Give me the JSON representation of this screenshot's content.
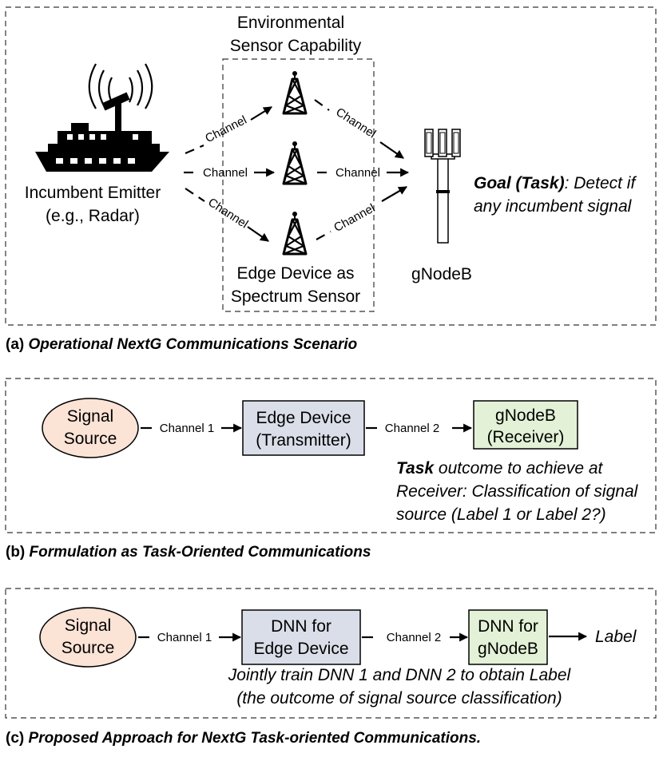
{
  "panel_a": {
    "caption_prefix": "(a)",
    "caption_text": "Operational NextG Communications Scenario",
    "emitter_label_line1": "Incumbent Emitter",
    "emitter_label_line2": "(e.g., Radar)",
    "sensor_capability_line1": "Environmental",
    "sensor_capability_line2": "Sensor Capability",
    "edge_sensor_line1": "Edge Device as",
    "edge_sensor_line2": "Spectrum Sensor",
    "gnodeb_label": "gNodeB",
    "goal_bold": "Goal (Task)",
    "goal_rest_line1": ": Detect if",
    "goal_line2": "any incumbent signal",
    "channel_label": "Channel"
  },
  "panel_b": {
    "caption_prefix": "(b)",
    "caption_text": "Formulation as Task-Oriented Communications",
    "source_line1": "Signal",
    "source_line2": "Source",
    "channel1": "Channel 1",
    "edge_line1": "Edge Device",
    "edge_line2": "(Transmitter)",
    "channel2": "Channel 2",
    "gnb_line1": "gNodeB",
    "gnb_line2": "(Receiver)",
    "task_bold": "Task",
    "task_rest_line1": " outcome to achieve at",
    "task_line2": "Receiver: Classification of signal",
    "task_line3": "source (Label 1 or Label 2?)"
  },
  "panel_c": {
    "caption_prefix": "(c)",
    "caption_text": "Proposed Approach for NextG Task-oriented Communications.",
    "source_line1": "Signal",
    "source_line2": "Source",
    "channel1": "Channel 1",
    "dnn1_line1": "DNN for",
    "dnn1_line2": "Edge Device",
    "channel2": "Channel 2",
    "dnn2_line1": "DNN for",
    "dnn2_line2": "gNodeB",
    "label_output": "Label",
    "note_line1": "Jointly train DNN 1 and DNN 2 to obtain Label",
    "note_line2": "(the outcome of signal source classification)"
  },
  "colors": {
    "source_fill": "#fbe3d6",
    "edge_fill": "#d9dee8",
    "gnodeb_fill": "#e3f1d6"
  }
}
